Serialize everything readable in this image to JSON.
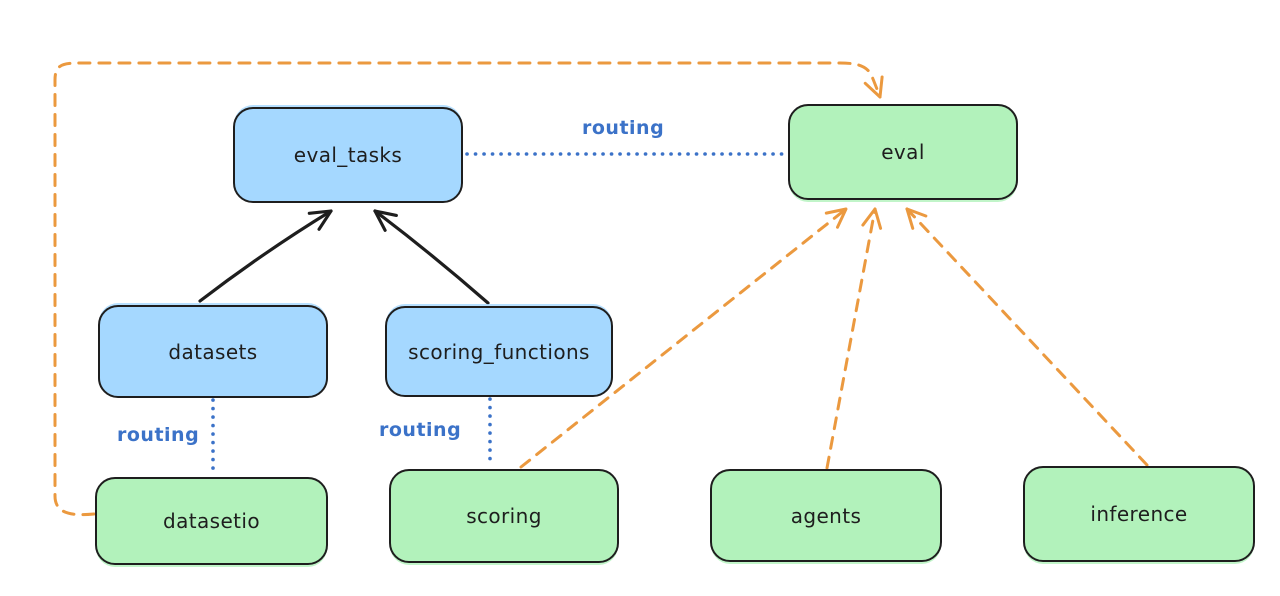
{
  "diagram": {
    "background": "#ffffff",
    "colors": {
      "registry_fill": "#a5d8ff",
      "api_fill": "#b2f2bb",
      "node_stroke": "#1e1e1e",
      "routing_line": "#3b72c8",
      "provider_line": "#eb993f",
      "solid_arrow": "#1e1e1e"
    },
    "nodes": [
      {
        "id": "eval_tasks",
        "label": "eval_tasks",
        "fill": "registry"
      },
      {
        "id": "eval",
        "label": "eval",
        "fill": "api"
      },
      {
        "id": "datasets",
        "label": "datasets",
        "fill": "registry"
      },
      {
        "id": "scoring_functions",
        "label": "scoring_functions",
        "fill": "registry"
      },
      {
        "id": "datasetio",
        "label": "datasetio",
        "fill": "api"
      },
      {
        "id": "scoring",
        "label": "scoring",
        "fill": "api"
      },
      {
        "id": "agents",
        "label": "agents",
        "fill": "api"
      },
      {
        "id": "inference",
        "label": "inference",
        "fill": "api"
      }
    ],
    "edges": [
      {
        "from": "datasets",
        "to": "eval_tasks",
        "style": "solid",
        "arrow": true,
        "color": "#1e1e1e"
      },
      {
        "from": "scoring_functions",
        "to": "eval_tasks",
        "style": "solid",
        "arrow": true,
        "color": "#1e1e1e"
      },
      {
        "from": "eval_tasks",
        "to": "eval",
        "style": "dotted",
        "arrow": false,
        "label": "routing",
        "color": "#3b72c8"
      },
      {
        "from": "datasets",
        "to": "datasetio",
        "style": "dotted",
        "arrow": false,
        "label": "routing",
        "color": "#3b72c8"
      },
      {
        "from": "scoring_functions",
        "to": "scoring",
        "style": "dotted",
        "arrow": false,
        "label": "routing",
        "color": "#3b72c8"
      },
      {
        "from": "datasetio",
        "to": "eval",
        "style": "dashed",
        "arrow": true,
        "color": "#eb993f"
      },
      {
        "from": "scoring",
        "to": "eval",
        "style": "dashed",
        "arrow": true,
        "color": "#eb993f"
      },
      {
        "from": "agents",
        "to": "eval",
        "style": "dashed",
        "arrow": true,
        "color": "#eb993f"
      },
      {
        "from": "inference",
        "to": "eval",
        "style": "dashed",
        "arrow": true,
        "color": "#eb993f"
      }
    ]
  }
}
